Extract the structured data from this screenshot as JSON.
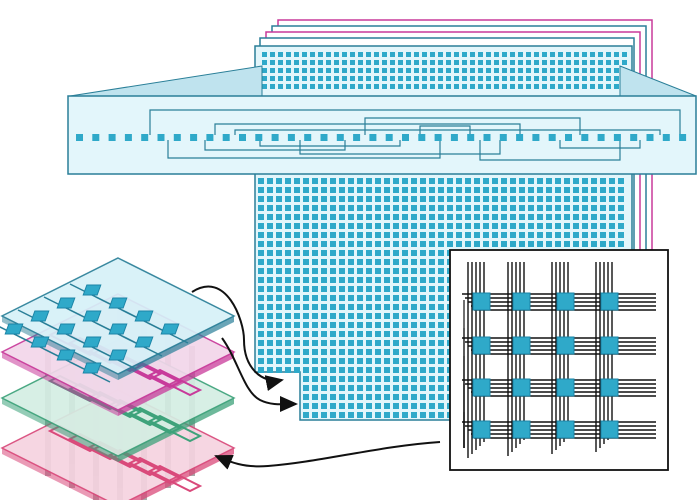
{
  "figure": {
    "title": "",
    "background": "#ffffff"
  },
  "palette": {
    "pad": "#2fa9c9",
    "pad_dark": "#1b84a6",
    "chip_fill": "#e3f6fb",
    "chip_stroke": "#2a7f98",
    "wire": "#111111",
    "trace": "#2a7f98",
    "magenta": "#c83a9a",
    "magenta_light": "#f3d6ea",
    "green": "#3da27a",
    "green_light": "#d4eee3",
    "pink": "#d9497a",
    "pink_light": "#f6d3e0",
    "pillar": "#9a9a9a"
  },
  "elements": {
    "chip_stack": "back-layers",
    "main_die": "pad-grid",
    "zoom_strip": "pad-row-with-wiring",
    "crossbar_inset": "pad-crossbar-4x4",
    "layer_stack": "3d-stacked-layers"
  },
  "icons": {
    "arrow": "curved-arrow-icon",
    "pad": "square-pad-icon"
  }
}
